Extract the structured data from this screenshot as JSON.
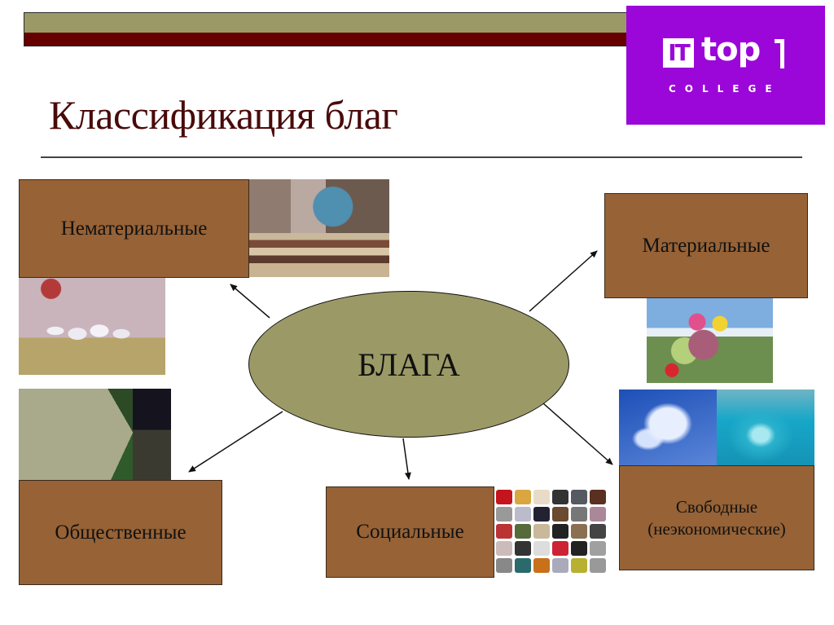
{
  "slide": {
    "title": "Классификация благ",
    "colors": {
      "band_top": "#9b9a67",
      "band_bottom": "#660000",
      "title_text": "#4a0a0a",
      "box_fill": "#966236",
      "ellipse_fill": "#9b9a67",
      "logo_bg": "#9b07d9"
    }
  },
  "logo": {
    "it": "IT",
    "top": "top",
    "college": "COLLEGE"
  },
  "diagram": {
    "center": "БЛАГА",
    "nodes": {
      "intangible": "Нематериальные",
      "material": "Материальные",
      "public": "Общественные",
      "social": "Социальные",
      "free_line1": "Свободные",
      "free_line2": "(неэкономические)"
    },
    "images": [
      {
        "id": "books-globe",
        "label": "books and globe"
      },
      {
        "id": "ballet",
        "label": "ballet dancers"
      },
      {
        "id": "fruits",
        "label": "fruits and flowers"
      },
      {
        "id": "sky",
        "label": "clouds in sky"
      },
      {
        "id": "water",
        "label": "water splash"
      },
      {
        "id": "road",
        "label": "lit road at night"
      },
      {
        "id": "products",
        "label": "assorted products"
      }
    ]
  }
}
